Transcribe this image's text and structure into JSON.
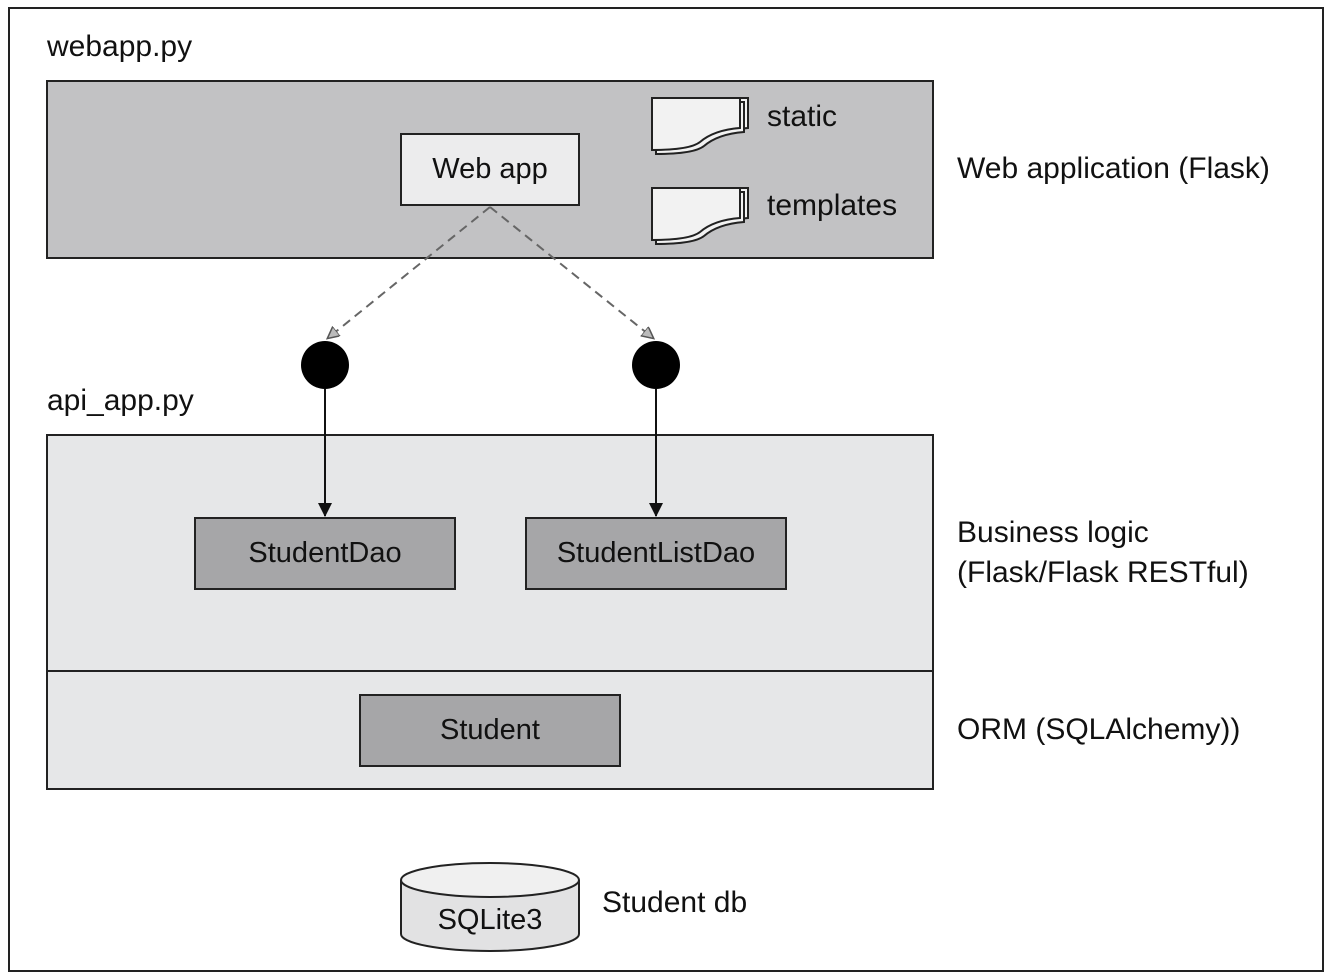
{
  "file_labels": {
    "webapp": "webapp.py",
    "api": "api_app.py"
  },
  "web_layer": {
    "webapp_box": "Web app",
    "folders": [
      "static",
      "templates"
    ],
    "description": "Web application (Flask)"
  },
  "business_layer": {
    "boxes": [
      "StudentDao",
      "StudentListDao"
    ],
    "description_line1": "Business logic",
    "description_line2": "(Flask/Flask RESTful)"
  },
  "orm_layer": {
    "box": "Student",
    "description": "ORM (SQLAlchemy))"
  },
  "database": {
    "name": "SQLite3",
    "label": "Student db"
  },
  "colors": {
    "web_layer_fill": "#c2c2c4",
    "api_layer_fill": "#e6e7e8",
    "dark_box_fill": "#a6a6a8",
    "light_box_fill": "#ececed",
    "dashed_arrow": "#666666"
  }
}
